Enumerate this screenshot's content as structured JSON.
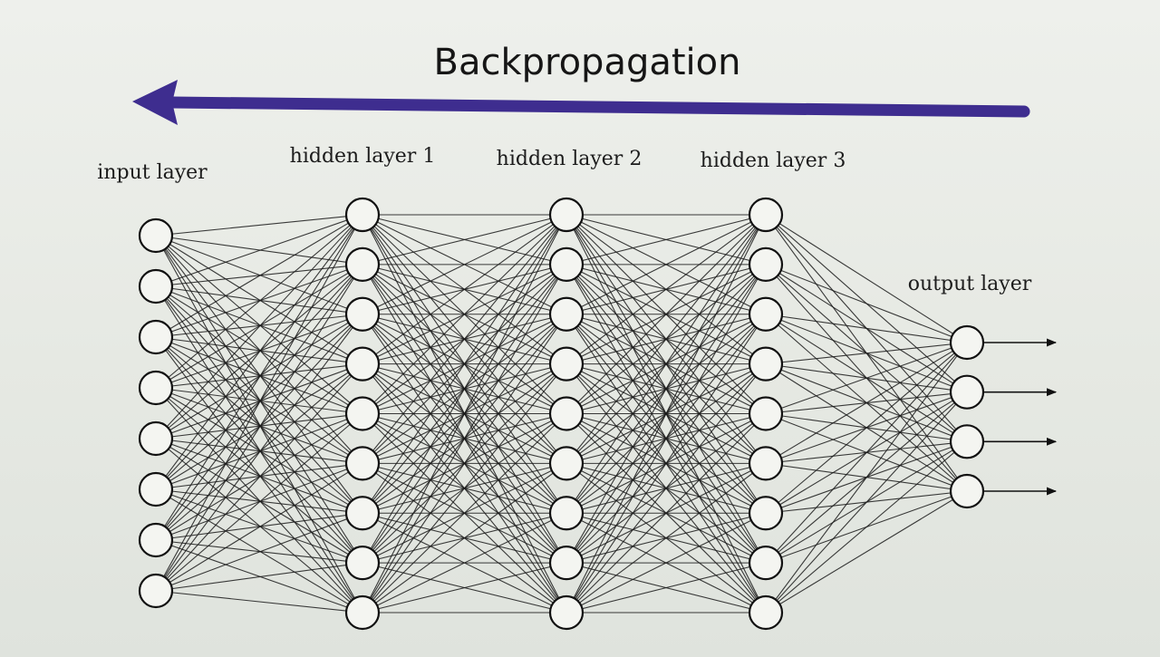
{
  "title": "Backpropagation",
  "arrow_direction": "right-to-left",
  "arrow_color": "#3e2d8f",
  "layers": [
    {
      "id": "input",
      "label": "input layer",
      "nodes": 8
    },
    {
      "id": "hidden1",
      "label": "hidden layer 1",
      "nodes": 9
    },
    {
      "id": "hidden2",
      "label": "hidden layer 2",
      "nodes": 9
    },
    {
      "id": "hidden3",
      "label": "hidden layer 3",
      "nodes": 9
    },
    {
      "id": "output",
      "label": "output layer",
      "nodes": 4
    }
  ],
  "connectivity": "fully-connected",
  "output_arrows": true
}
